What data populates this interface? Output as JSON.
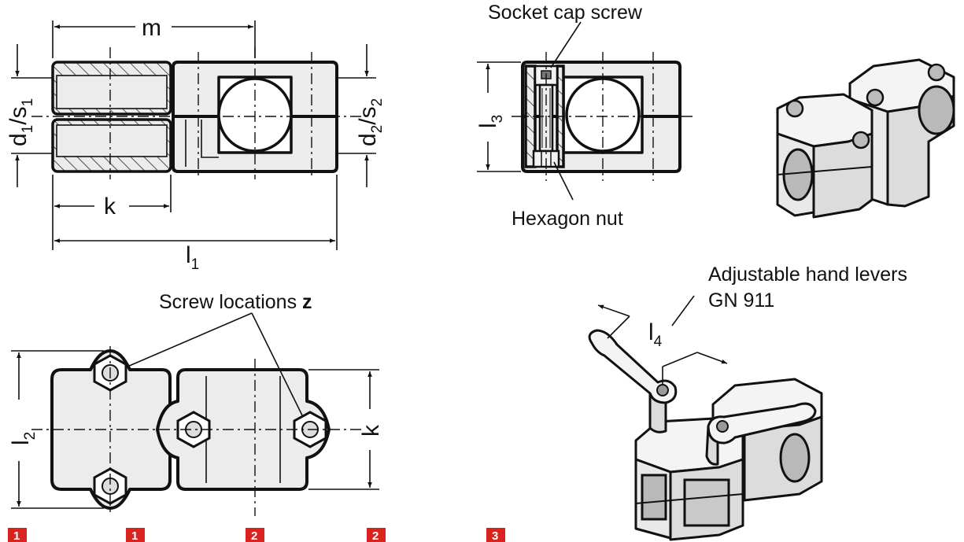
{
  "labels": {
    "m": "m",
    "k_top": "k",
    "l1_main": "l",
    "l1_sub": "1",
    "d1": "d",
    "d1_sub": "1",
    "slash_left": "/s",
    "s1_sub": "1",
    "d2": "d",
    "d2_sub": "2",
    "slash_right": "/s",
    "s2_sub": "2",
    "l3_main": "l",
    "l3_sub": "3",
    "socket_cap_screw": "Socket cap screw",
    "hexagon_nut": "Hexagon nut",
    "screw_locations": "Screw locations ",
    "screw_locations_z": "z",
    "l2_main": "l",
    "l2_sub": "2",
    "k_bottom": "k",
    "adjustable_levers_line1": "Adjustable hand levers",
    "adjustable_levers_line2": "GN 911",
    "l4_main": "l",
    "l4_sub": "4"
  },
  "badges": [
    "1",
    "1",
    "2",
    "2",
    "3"
  ],
  "colors": {
    "badge": "#d9231e",
    "stroke": "#111111",
    "fill": "#ececec"
  },
  "icons": [
    "arrow-icon",
    "hexagon-nut-icon",
    "socket-cap-screw-icon"
  ]
}
